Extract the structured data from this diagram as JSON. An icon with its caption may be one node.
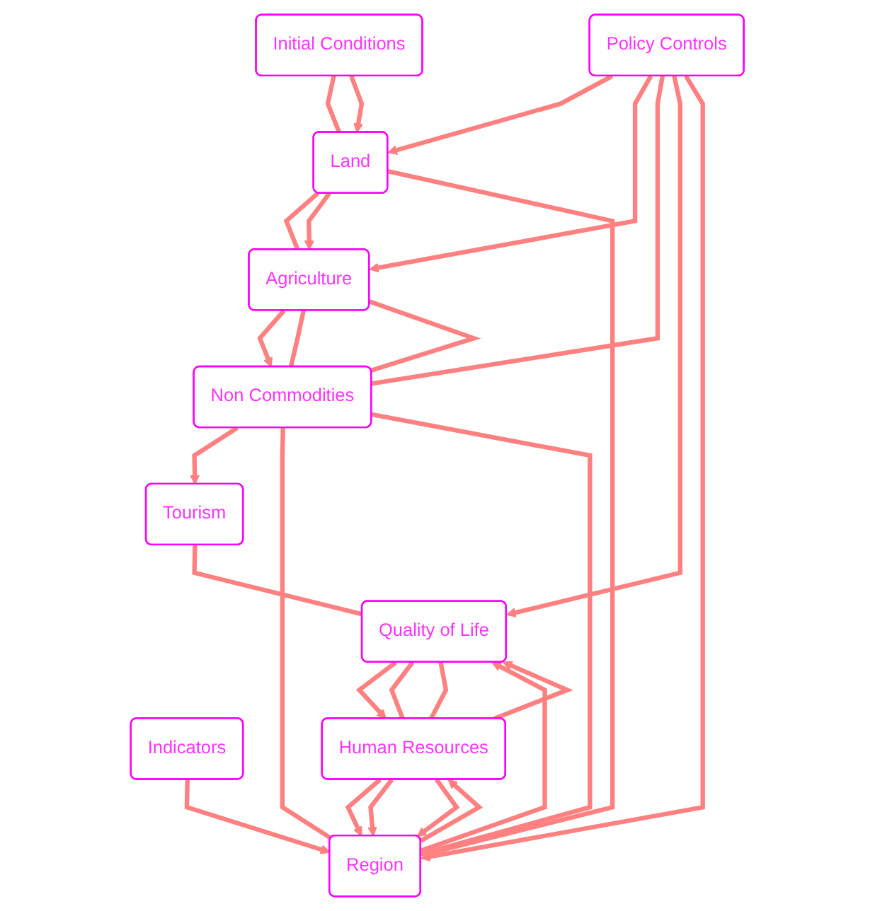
{
  "diagram": {
    "nodes": [
      {
        "text": [
          "Initial Conditions"
        ]
      },
      {
        "text": [
          "Land"
        ]
      },
      {
        "text": [
          "Agriculture"
        ]
      },
      {
        "text": [
          "Policy Controls"
        ]
      },
      {
        "text": [
          "Non Commodities"
        ]
      },
      {
        "text": [
          "Indicators"
        ]
      },
      {
        "text": [
          "Region"
        ]
      },
      {
        "text": [
          "Tourism"
        ]
      },
      {
        "text": [
          "Quality of Life"
        ]
      },
      {
        "text": [
          "Human Resources"
        ]
      }
    ],
    "edges": [
      {
        "from": 0,
        "to": 1,
        "arrow": "none"
      },
      {
        "from": 0,
        "to": 1,
        "arrow": "to"
      },
      {
        "from": 1,
        "to": 2,
        "arrow": "none"
      },
      {
        "from": 1,
        "to": 2,
        "arrow": "to"
      },
      {
        "from": 3,
        "to": 1,
        "arrow": "to"
      },
      {
        "from": 3,
        "to": 2,
        "arrow": "to"
      },
      {
        "from": 2,
        "to": 4,
        "arrow": "to"
      },
      {
        "from": 1,
        "to": 6,
        "arrow": "to"
      },
      {
        "from": 3,
        "to": 4,
        "arrow": "none"
      },
      {
        "from": 2,
        "to": 4,
        "arrow": "none"
      },
      {
        "from": 2,
        "to": 4,
        "arrow": "none"
      },
      {
        "from": 4,
        "to": 7,
        "arrow": "to"
      },
      {
        "from": 3,
        "to": 8,
        "arrow": "to"
      },
      {
        "from": 3,
        "to": 6,
        "arrow": "to"
      },
      {
        "from": 4,
        "to": 6,
        "arrow": "none"
      },
      {
        "from": 4,
        "to": 6,
        "arrow": "to"
      },
      {
        "from": 5,
        "to": 6,
        "arrow": "to"
      },
      {
        "from": 6,
        "to": 8,
        "arrow": "to"
      },
      {
        "from": 9,
        "to": 6,
        "arrow": "to"
      },
      {
        "from": 9,
        "to": 6,
        "arrow": "to"
      },
      {
        "from": 9,
        "to": 6,
        "arrow": "to"
      },
      {
        "from": 6,
        "to": 9,
        "arrow": "to"
      },
      {
        "from": 7,
        "to": 8,
        "arrow": "none"
      },
      {
        "from": 8,
        "to": 9,
        "arrow": "to"
      },
      {
        "from": 8,
        "to": 9,
        "arrow": "none"
      },
      {
        "from": 8,
        "to": 9,
        "arrow": "none"
      },
      {
        "from": 9,
        "to": 8,
        "arrow": "to"
      }
    ]
  }
}
